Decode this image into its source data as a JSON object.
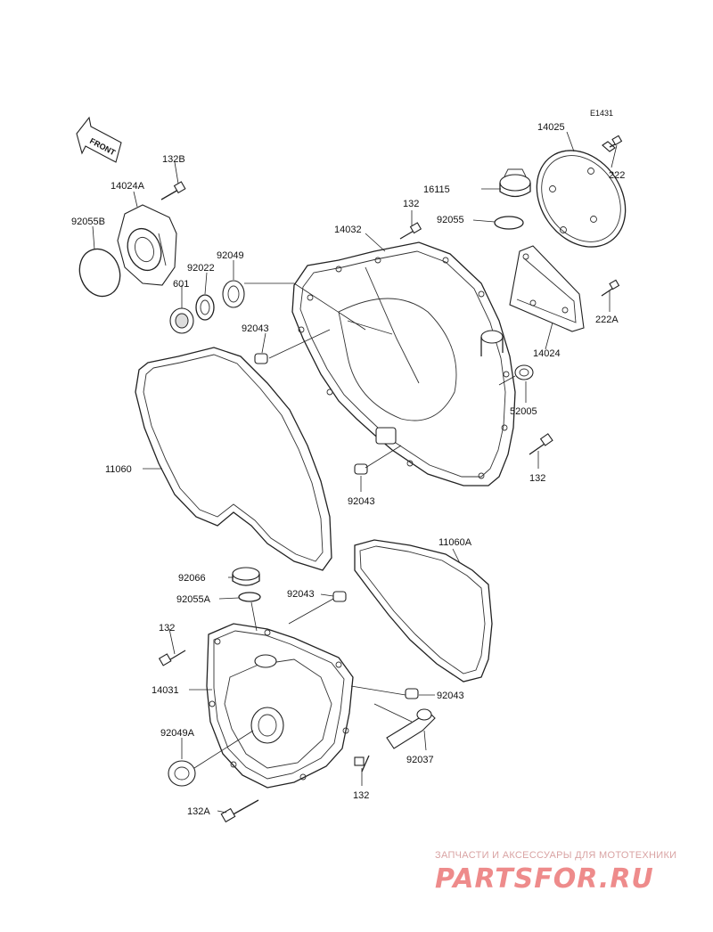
{
  "diagram_code": "E1431",
  "front_label": "FRONT",
  "labels": {
    "p14025": "14025",
    "p222": "222",
    "p16115": "16115",
    "p92055": "92055",
    "p132_top": "132",
    "p14032": "14032",
    "p132B": "132B",
    "p14024A": "14024A",
    "p92055B": "92055B",
    "p92049": "92049",
    "p92022": "92022",
    "p601": "601",
    "p222A": "222A",
    "p14024": "14024",
    "p92043_a": "92043",
    "p52005": "52005",
    "p132_mid": "132",
    "p11060": "11060",
    "p92043_b": "92043",
    "p11060A": "11060A",
    "p92066": "92066",
    "p92055A": "92055A",
    "p92043_c": "92043",
    "p132_left": "132",
    "p14031": "14031",
    "p92043_d": "92043",
    "p92049A": "92049A",
    "p92037": "92037",
    "p132_bot": "132",
    "p132A": "132A"
  },
  "watermark": {
    "caption": "ЗАПЧАСТИ И АКСЕССУАРЫ ДЛЯ МОТОТЕХНИКИ",
    "brand": "PARTSFOR.RU"
  }
}
